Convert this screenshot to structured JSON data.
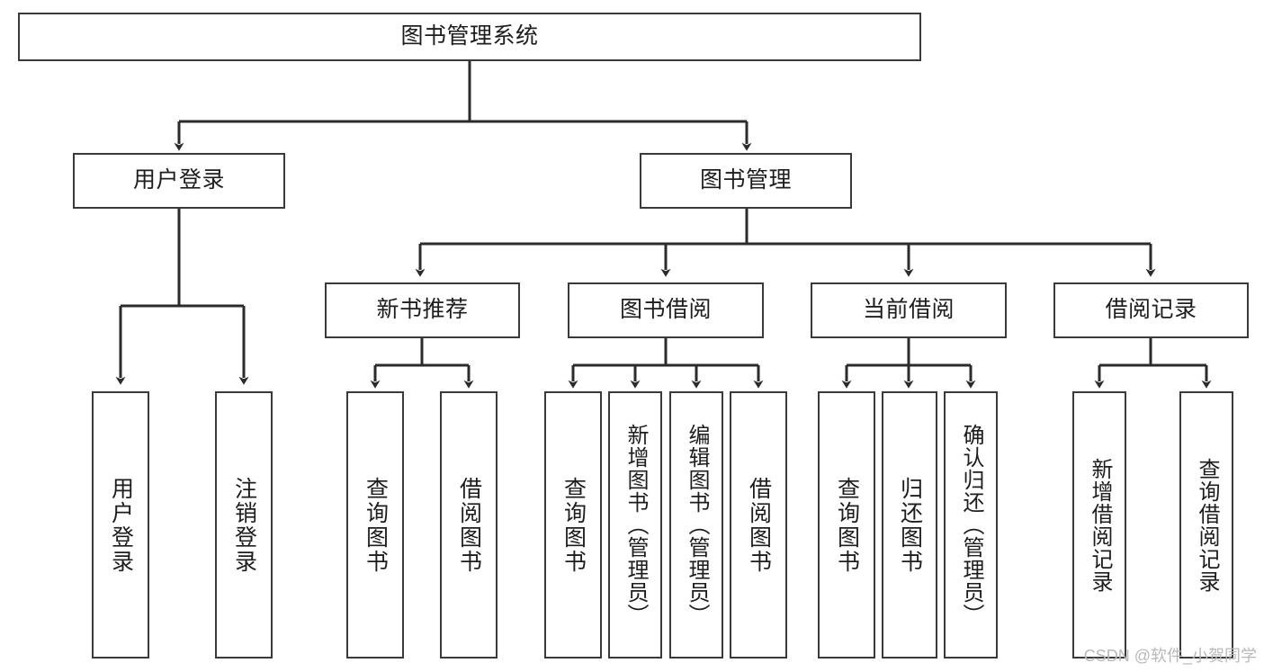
{
  "diagram": {
    "title": "图书管理系统",
    "type": "tree-hierarchy-chart",
    "watermark": "CSDN @软件_小贺同学",
    "colors": {
      "box_border": "#3a3a3a",
      "box_fill": "#ffffff",
      "edge": "#2b2b2b",
      "text": "#1d1d1d",
      "watermark": "#b9b9b9",
      "background": "#ffffff"
    },
    "root": {
      "id": "root",
      "label": "图书管理系统"
    },
    "level2": [
      {
        "id": "n-user-login",
        "label": "用户登录"
      },
      {
        "id": "n-book-manage",
        "label": "图书管理"
      }
    ],
    "level3": [
      {
        "id": "n-new-book-rec",
        "label": "新书推荐"
      },
      {
        "id": "n-book-borrow",
        "label": "图书借阅"
      },
      {
        "id": "n-current-borrow",
        "label": "当前借阅"
      },
      {
        "id": "n-borrow-record",
        "label": "借阅记录"
      }
    ],
    "leaves": {
      "user_login": [
        {
          "id": "leaf-user-login",
          "label": "用户登录"
        },
        {
          "id": "leaf-logout-login",
          "label": "注销登录"
        }
      ],
      "new_book_rec": [
        {
          "id": "leaf-query-book-1",
          "label": "查询图书"
        },
        {
          "id": "leaf-borrow-book-1",
          "label": "借阅图书"
        }
      ],
      "book_borrow": [
        {
          "id": "leaf-query-book-2",
          "label": "查询图书"
        },
        {
          "id": "leaf-add-book",
          "label": "新增图书（管理员）"
        },
        {
          "id": "leaf-edit-book",
          "label": "编辑图书（管理员）"
        },
        {
          "id": "leaf-borrow-book-2",
          "label": "借阅图书"
        }
      ],
      "current_borrow": [
        {
          "id": "leaf-query-book-3",
          "label": "查询图书"
        },
        {
          "id": "leaf-return-book",
          "label": "归还图书"
        },
        {
          "id": "leaf-confirm-return",
          "label": "确认归还（管理员）"
        }
      ],
      "borrow_record": [
        {
          "id": "leaf-add-record",
          "label": "新增借阅记录"
        },
        {
          "id": "leaf-query-record",
          "label": "查询借阅记录"
        }
      ]
    }
  }
}
